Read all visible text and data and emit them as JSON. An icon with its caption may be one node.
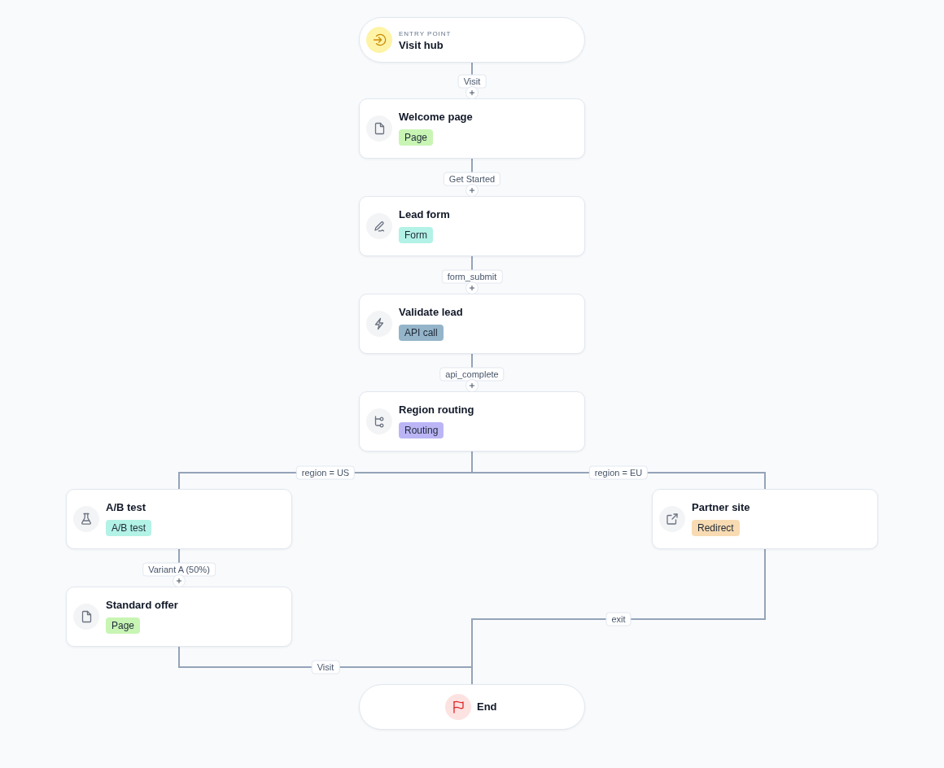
{
  "diagram": {
    "nodes": [
      {
        "text": [
          "ENTRY POINT",
          "Visit hub"
        ]
      },
      {
        "text": [
          "Welcome page",
          "Page"
        ]
      },
      {
        "text": [
          "Lead form",
          "Form"
        ]
      },
      {
        "text": [
          "Validate lead",
          "API call"
        ]
      },
      {
        "text": [
          "Region routing",
          "Routing"
        ]
      },
      {
        "text": [
          "A/B test",
          "A/B test"
        ]
      },
      {
        "text": [
          "Partner site",
          "Redirect"
        ]
      },
      {
        "text": [
          "Standard offer",
          "Page"
        ]
      },
      {
        "text": [
          "End"
        ]
      }
    ],
    "edges": [
      {
        "from": 0,
        "to": 1,
        "label": "Visit",
        "arrow": "none"
      },
      {
        "from": 1,
        "to": 2,
        "label": "Get Started",
        "arrow": "none"
      },
      {
        "from": 2,
        "to": 3,
        "label": "form_submit",
        "arrow": "none"
      },
      {
        "from": 3,
        "to": 4,
        "label": "api_complete",
        "arrow": "none"
      },
      {
        "from": 4,
        "to": 5,
        "label": "region = US",
        "arrow": "none"
      },
      {
        "from": 4,
        "to": 6,
        "label": "region = EU",
        "arrow": "none"
      },
      {
        "from": 5,
        "to": 7,
        "label": "Variant A (50%)",
        "arrow": "none"
      },
      {
        "from": 6,
        "to": 8,
        "label": "exit",
        "arrow": "none"
      },
      {
        "from": 7,
        "to": 8,
        "label": "Visit",
        "arrow": "none"
      }
    ]
  }
}
